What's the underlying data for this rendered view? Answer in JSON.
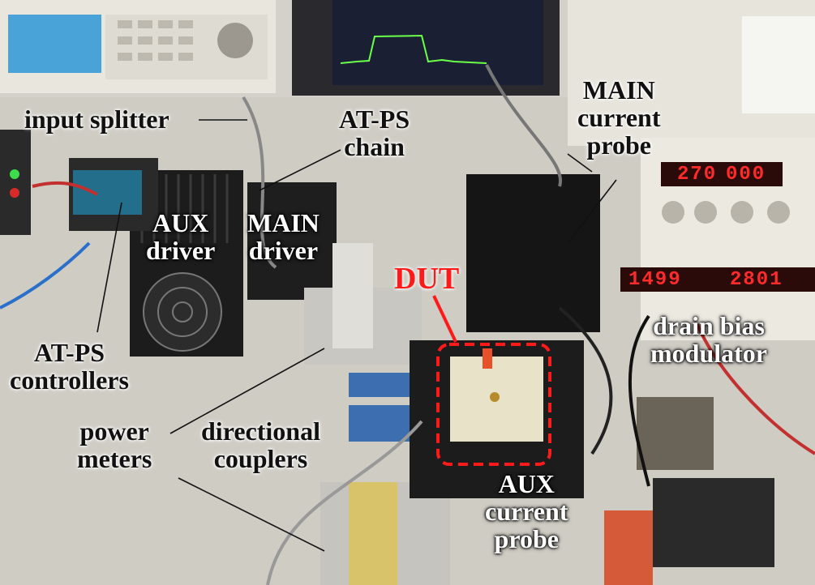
{
  "labels": {
    "input_splitter": "input splitter",
    "atps_chain": [
      "AT-PS",
      "chain"
    ],
    "aux_driver": [
      "AUX",
      "driver"
    ],
    "main_driver": [
      "MAIN",
      "driver"
    ],
    "main_current_probe": [
      "MAIN",
      "current",
      "probe"
    ],
    "dut": "DUT",
    "atps_controllers": [
      "AT-PS",
      "controllers"
    ],
    "drain_bias_modulator": [
      "drain bias",
      "modulator"
    ],
    "power_meters": [
      "power",
      "meters"
    ],
    "directional_couplers": [
      "directional",
      "couplers"
    ],
    "aux_current_probe": [
      "AUX",
      "current",
      "probe"
    ]
  },
  "instrument_readouts": {
    "psu_top_left": "270",
    "psu_top_right": "000",
    "psu_bottom_left": "1499",
    "psu_bottom_right": "2801"
  },
  "colors": {
    "dut_highlight": "#ff1a1a",
    "label_text": "#111111"
  }
}
